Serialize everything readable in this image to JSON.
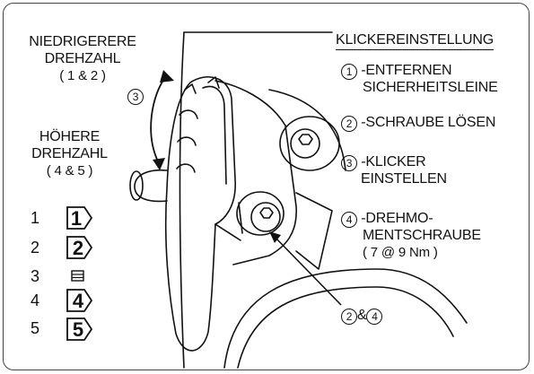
{
  "left": {
    "lower_speed_line1": "NIEDRIGERERE",
    "lower_speed_line2": "DREHZAHL",
    "lower_speed_line3": "( 1 & 2 )",
    "higher_speed_line1": "HÖHERE",
    "higher_speed_line2": "DREHZAHL",
    "higher_speed_line3": "( 4 & 5 )",
    "rotation_marker": "3",
    "positions": [
      {
        "num": "1",
        "symbol": "1"
      },
      {
        "num": "2",
        "symbol": "2"
      },
      {
        "num": "3",
        "symbol": ""
      },
      {
        "num": "4",
        "symbol": "4"
      },
      {
        "num": "5",
        "symbol": "5"
      }
    ]
  },
  "right": {
    "title": "KLICKEREINSTELLUNG",
    "steps": [
      {
        "marker": "1",
        "line1": "-ENTFERNEN",
        "line2": "SICHERHEITSLEINE"
      },
      {
        "marker": "2",
        "line1": "-SCHRAUBE LÖSEN"
      },
      {
        "marker": "3",
        "line1": "-KLICKER",
        "line2": "EINSTELLEN"
      },
      {
        "marker": "4",
        "line1": "-DREHMO-",
        "line2": "MENTSCHRAUBE",
        "line3": "( 7 @ 9 Nm )"
      }
    ]
  },
  "callout": {
    "marker_a": "2",
    "joiner": "&",
    "marker_b": "4"
  }
}
